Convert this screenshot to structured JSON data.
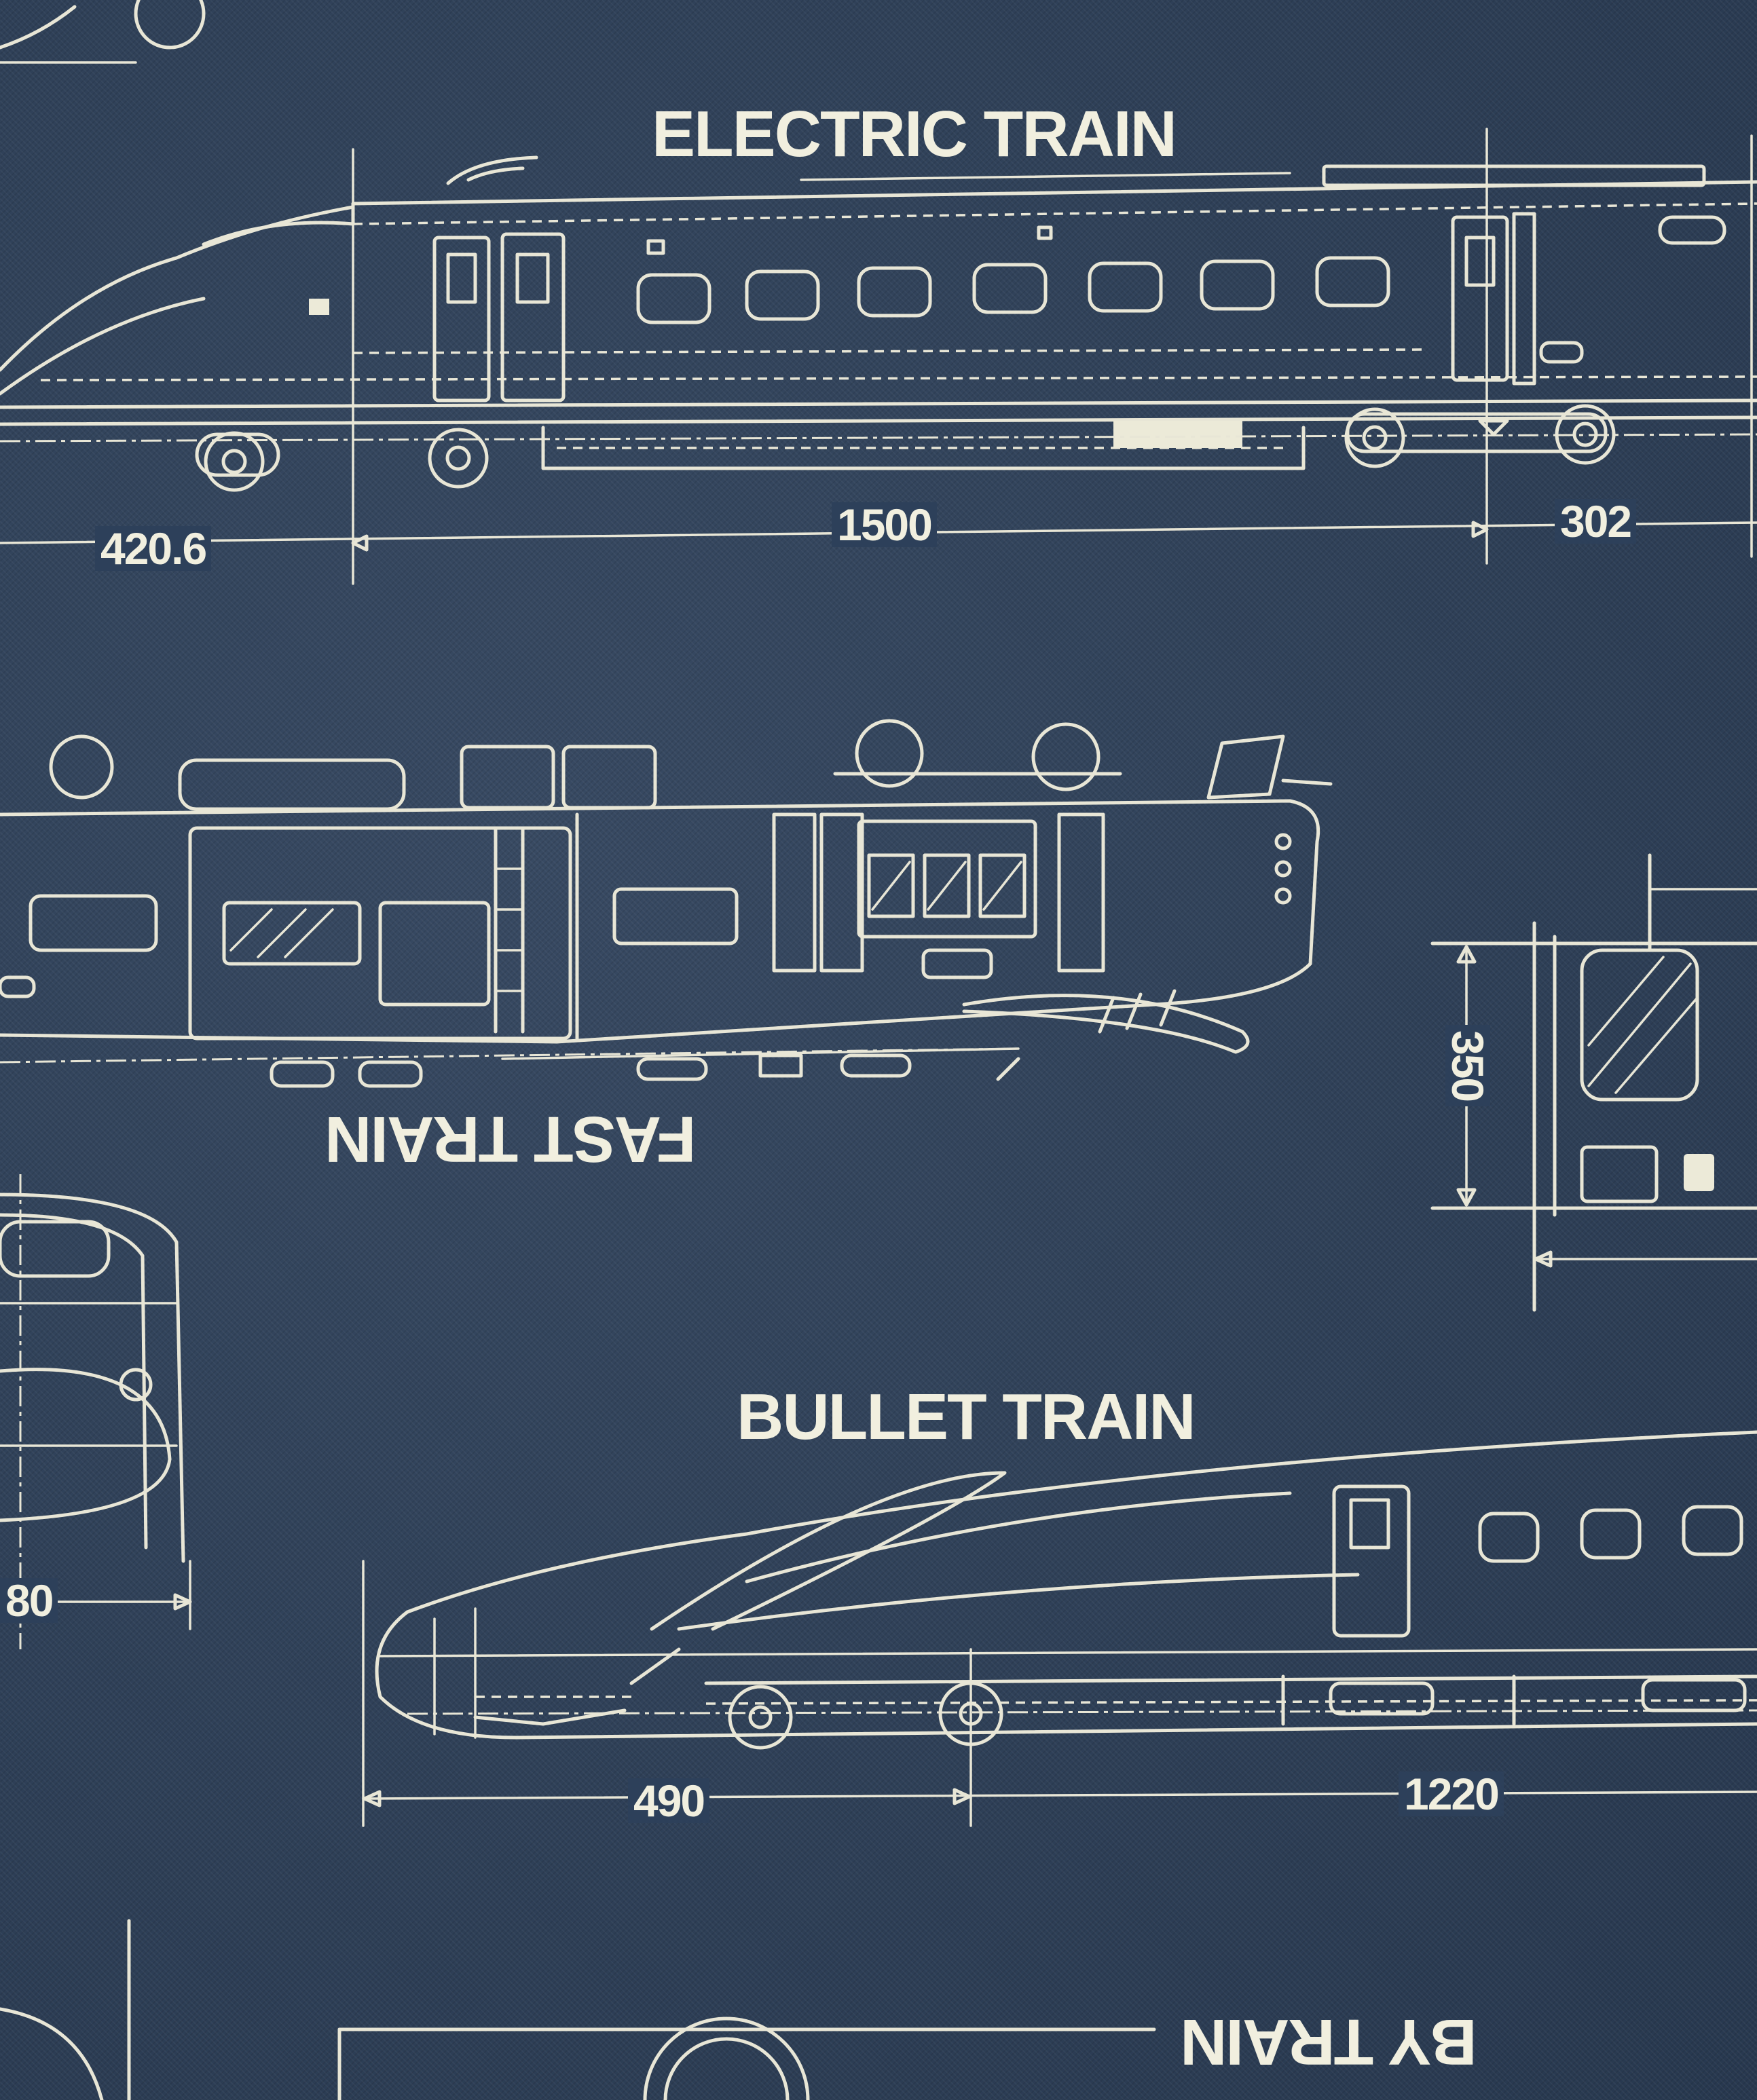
{
  "titles": {
    "electric_train": "ELECTRIC TRAIN",
    "fast_train": "FAST TRAIN",
    "bullet_train": "BULLET TRAIN",
    "by_train": "BY TRAIN"
  },
  "dimensions": {
    "electric_front": "420.6",
    "electric_body": "1500",
    "electric_rear": "302",
    "side_height": "350",
    "left_width": "80",
    "bullet_front": "490",
    "bullet_body": "1220"
  },
  "colors": {
    "fabric": "#2d405a",
    "ink": "#ecead8"
  }
}
